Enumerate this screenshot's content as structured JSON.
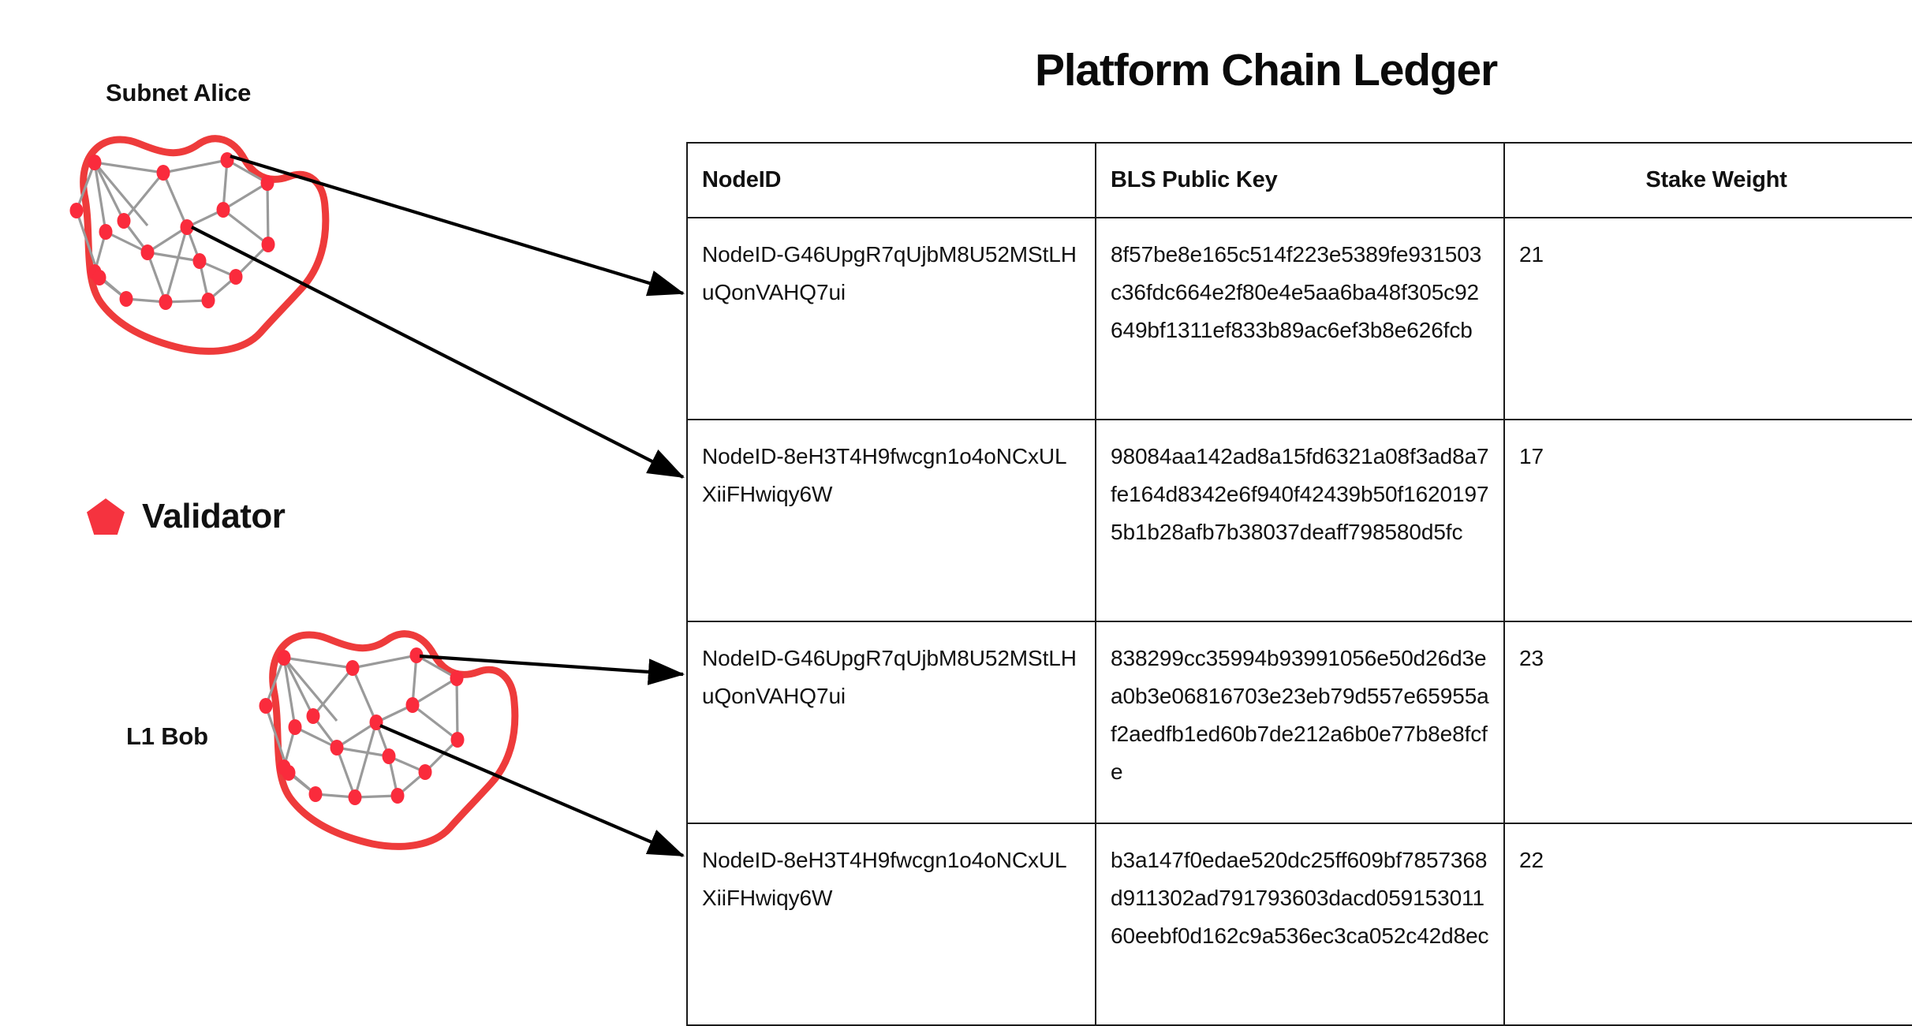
{
  "diagram": {
    "groups": [
      {
        "name": "subnet-alice",
        "label": "Subnet Alice"
      },
      {
        "name": "l1-bob",
        "label": "L1 Bob"
      }
    ],
    "legend": {
      "icon": "pentagon-icon",
      "label": "Validator",
      "color": "#F5333F"
    },
    "colors": {
      "blob_outline": "#EE3B3B",
      "node": "#FA2B3C",
      "edge": "#9A9A9A",
      "arrow": "#000000"
    },
    "arrows": [
      {
        "name": "arrow-alice-to-row-1"
      },
      {
        "name": "arrow-alice-to-row-2"
      },
      {
        "name": "arrow-bob-to-row-3"
      },
      {
        "name": "arrow-bob-to-row-4"
      }
    ]
  },
  "ledger": {
    "title": "Platform Chain Ledger",
    "columns": [
      "NodeID",
      "BLS Public Key",
      "Stake Weight"
    ],
    "rows": [
      {
        "node_id": "NodeID-G46UpgR7qUjbM8U52MStLHuQonVAHQ7ui",
        "bls_public_key": "8f57be8e165c514f223e5389fe931503c36fdc664e2f80e4e5aa6ba48f305c92649bf1311ef833b89ac6ef3b8e626fcb",
        "stake_weight": "21"
      },
      {
        "node_id": "NodeID-8eH3T4H9fwcgn1o4oNCxULXiiFHwiqy6W",
        "bls_public_key": "98084aa142ad8a15fd6321a08f3ad8a7fe164d8342e6f940f42439b50f16201975b1b28afb7b38037deaff798580d5fc",
        "stake_weight": "17"
      },
      {
        "node_id": "NodeID-G46UpgR7qUjbM8U52MStLHuQonVAHQ7ui",
        "bls_public_key": "838299cc35994b93991056e50d26d3ea0b3e06816703e23eb79d557e65955af2aedfb1ed60b7de212a6b0e77b8e8fcfe",
        "stake_weight": "23"
      },
      {
        "node_id": "NodeID-8eH3T4H9fwcgn1o4oNCxULXiiFHwiqy6W",
        "bls_public_key": "b3a147f0edae520dc25ff609bf7857368d911302ad791793603dacd05915301160eebf0d162c9a536ec3ca052c42d8ec",
        "stake_weight": "22"
      }
    ]
  }
}
